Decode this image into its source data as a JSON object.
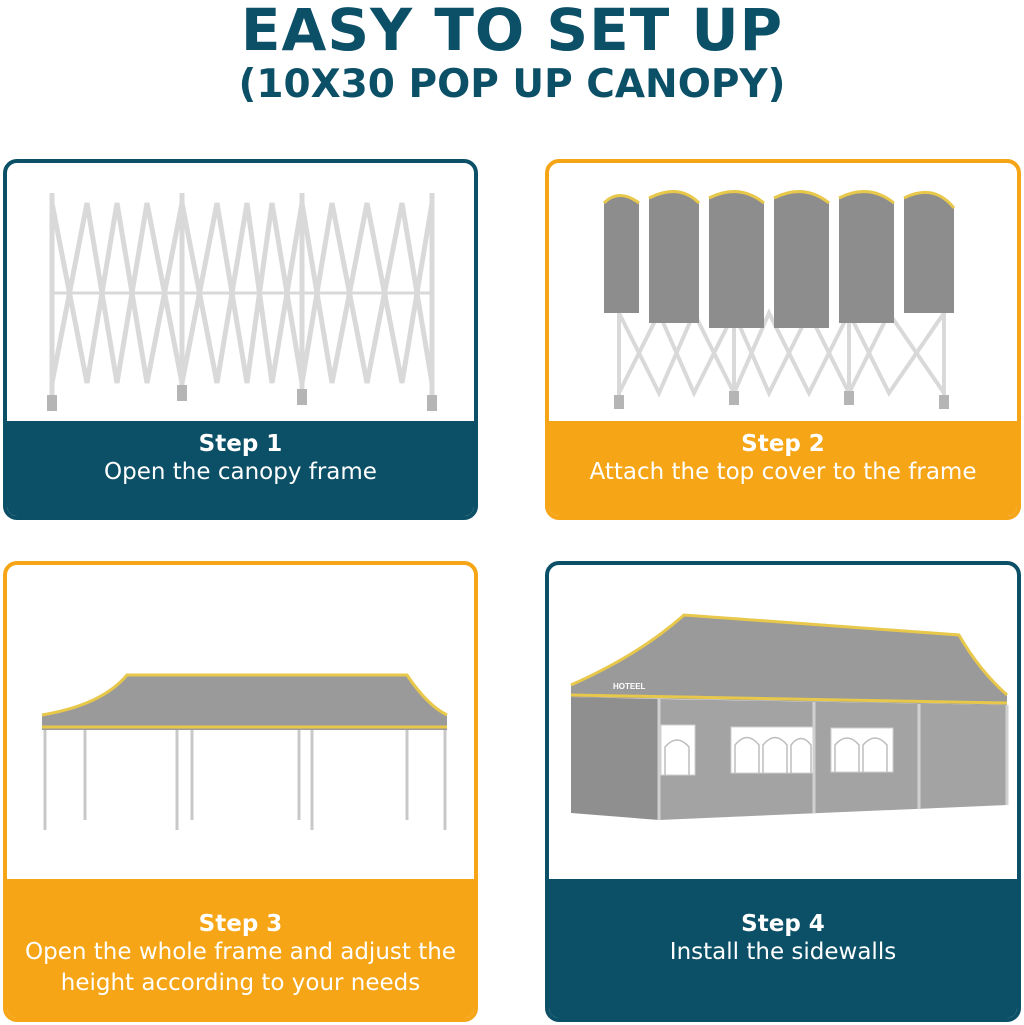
{
  "header": {
    "title": "EASY TO SET UP",
    "subtitle": "(10X30 POP UP CANOPY)"
  },
  "steps": [
    {
      "label": "Step 1",
      "text": "Open the canopy frame"
    },
    {
      "label": "Step 2",
      "text": "Attach the top cover to the frame"
    },
    {
      "label": "Step 3",
      "text": "Open the whole frame and adjust the height according to your needs"
    },
    {
      "label": "Step 4",
      "text": "Install the sidewalls"
    }
  ],
  "brand": {
    "logo_text": "HOTEEL"
  },
  "colors": {
    "navy": "#0c5068",
    "orange": "#f5a515",
    "canopy_gray": "#9a9a9a",
    "trim_yellow": "#e8c84a"
  }
}
